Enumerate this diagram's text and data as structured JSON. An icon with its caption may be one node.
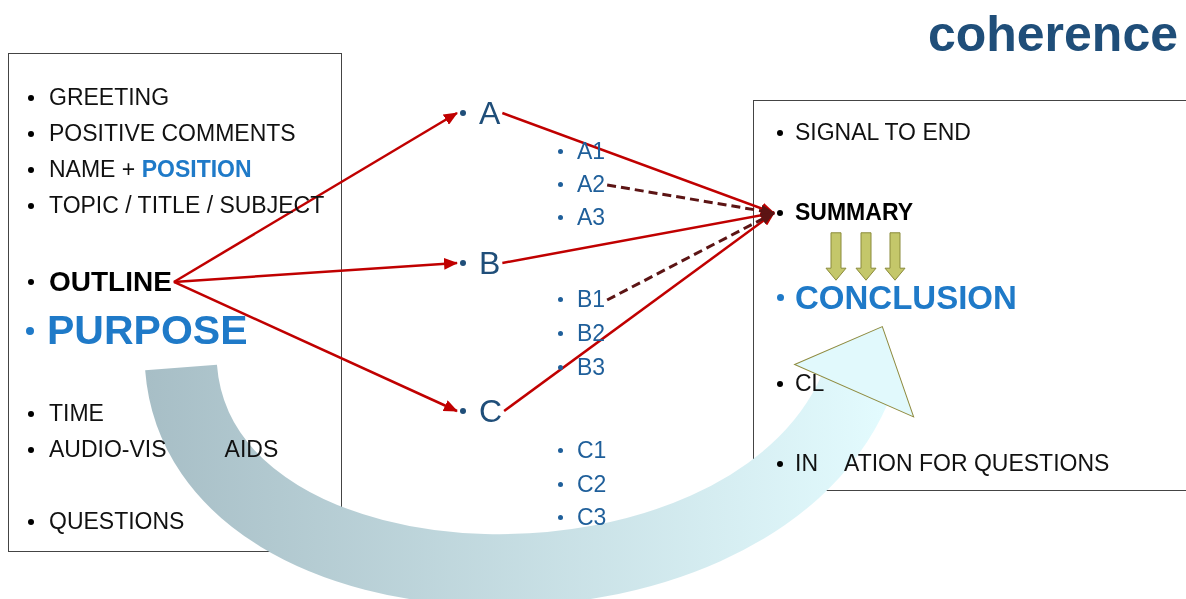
{
  "diagram": {
    "title": "coherence",
    "nodes": [
      {
        "text": [],
        "shape": "box"
      },
      {
        "text": [
          "GREETING"
        ],
        "in": 0
      },
      {
        "text": [
          "POSITIVE COMMENTS"
        ],
        "in": 0
      },
      {
        "text": [
          "NAME + **POSITION**"
        ],
        "in": 0
      },
      {
        "text": [
          "TOPIC / TITLE / SUBJECT"
        ],
        "in": 0
      },
      {
        "text": [
          "OUTLINE"
        ],
        "in": 0
      },
      {
        "text": [
          "PURPOSE"
        ],
        "in": 0
      },
      {
        "text": [
          "TIME"
        ],
        "in": 0
      },
      {
        "text": [
          "AUDIO-VIS",
          "AIDS"
        ],
        "in": 0
      },
      {
        "text": [
          "QUESTIONS"
        ],
        "in": 0
      },
      {
        "text": [
          "A"
        ]
      },
      {
        "text": [
          "B"
        ]
      },
      {
        "text": [
          "C"
        ]
      },
      {
        "text": [
          "A1"
        ]
      },
      {
        "text": [
          "A2"
        ]
      },
      {
        "text": [
          "A3"
        ]
      },
      {
        "text": [
          "B1"
        ]
      },
      {
        "text": [
          "B2"
        ]
      },
      {
        "text": [
          "B3"
        ]
      },
      {
        "text": [
          "C1"
        ]
      },
      {
        "text": [
          "C2"
        ]
      },
      {
        "text": [
          "C3"
        ]
      },
      {
        "text": [],
        "shape": "box"
      },
      {
        "text": [
          "SIGNAL TO END"
        ],
        "in": 22
      },
      {
        "text": [
          "SUMMARY"
        ],
        "in": 22
      },
      {
        "text": [
          "CONCLUSION"
        ],
        "in": 22
      },
      {
        "text": [
          "CL"
        ],
        "in": 22
      },
      {
        "text": [
          "IN",
          "ATION FOR QUESTIONS"
        ],
        "in": 22
      }
    ],
    "edges": [
      {
        "from": 5,
        "to": 10,
        "arrow": "to"
      },
      {
        "from": 5,
        "to": 11,
        "arrow": "to"
      },
      {
        "from": 5,
        "to": 12,
        "arrow": "to"
      },
      {
        "from": 10,
        "to": 24,
        "arrow": "to"
      },
      {
        "from": 11,
        "to": 24,
        "arrow": "to"
      },
      {
        "from": 12,
        "to": 24,
        "arrow": "to"
      },
      {
        "from": 14,
        "to": 24,
        "arrow": "to",
        "style": "dashed",
        "color": "#5c1414"
      },
      {
        "from": 16,
        "to": 24,
        "arrow": "to",
        "style": "dashed",
        "color": "#5c1414"
      },
      {
        "from": 24,
        "to": 25,
        "arrow": "to",
        "color": "#c4c76a"
      },
      {
        "from": 24,
        "to": 25,
        "arrow": "to",
        "color": "#c4c76a"
      },
      {
        "from": 24,
        "to": 25,
        "arrow": "to",
        "color": "#c4c76a"
      },
      {
        "from": 6,
        "to": 25,
        "arrow": "to",
        "style": "thick"
      }
    ]
  }
}
